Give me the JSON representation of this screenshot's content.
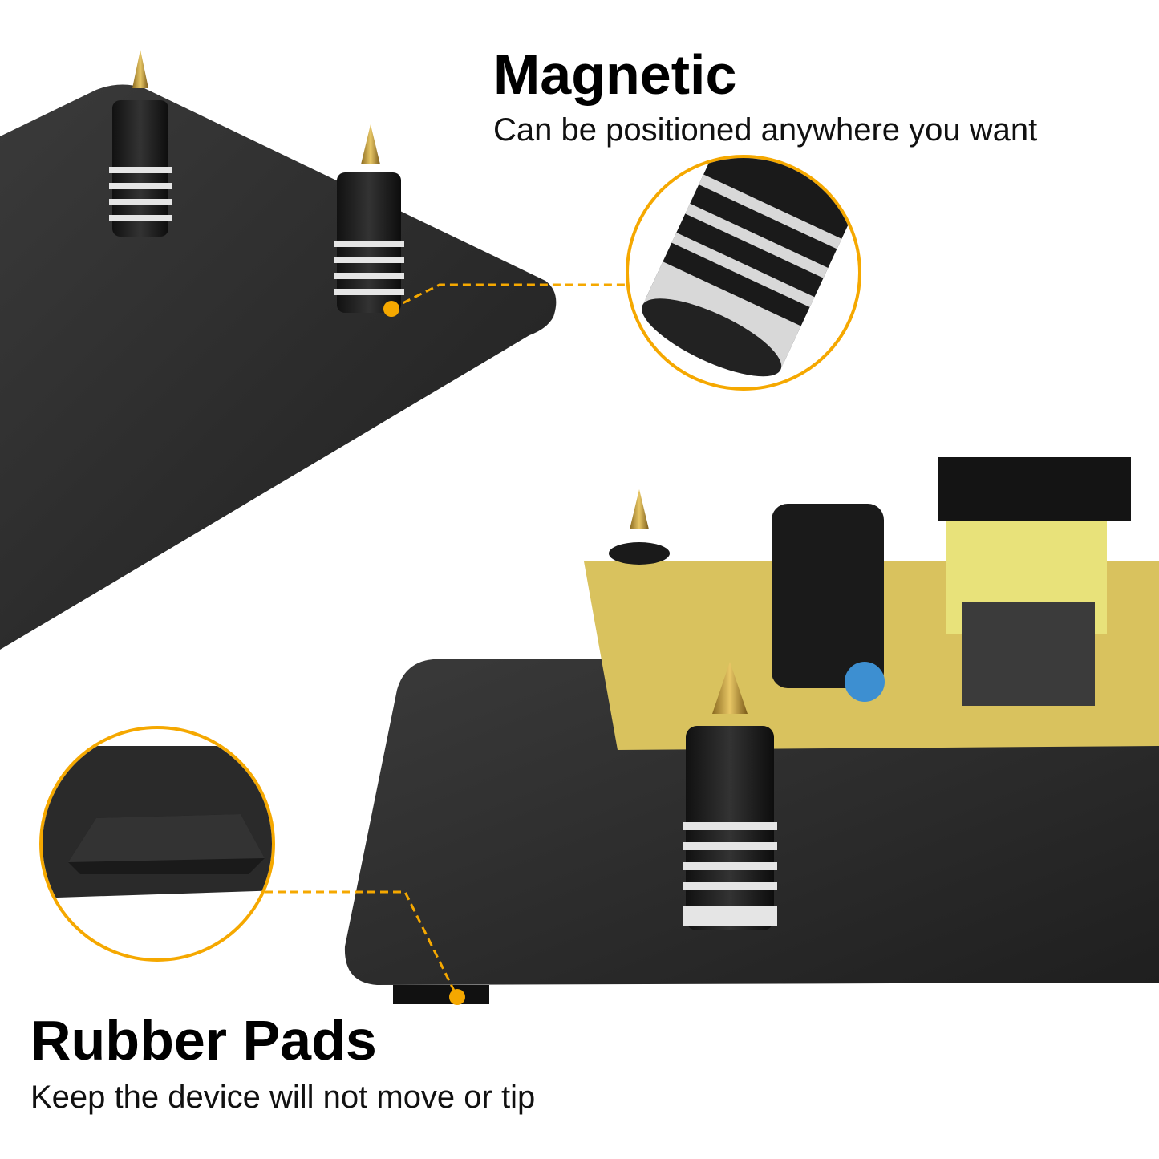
{
  "magnetic": {
    "title": "Magnetic",
    "subtitle": "Can be positioned anywhere you want"
  },
  "rubber_pads": {
    "title": "Rubber Pads",
    "subtitle": "Keep the device will not move or tip"
  },
  "colors": {
    "accent": "#f5a800",
    "plate": "#2b2b2b",
    "background": "#ffffff"
  }
}
